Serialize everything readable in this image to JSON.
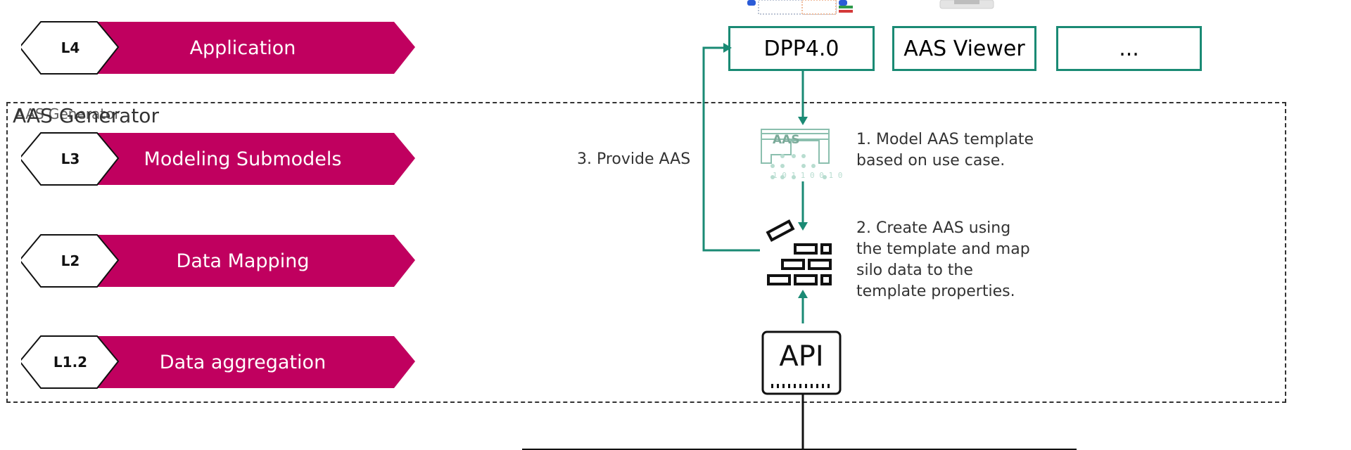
{
  "layers": [
    {
      "id": "L4",
      "label": "Application"
    },
    {
      "id": "L3",
      "label": "Modeling Submodels"
    },
    {
      "id": "L2",
      "label": "Data Mapping"
    },
    {
      "id": "L1.2",
      "label": "Data aggregation"
    }
  ],
  "generator_box": {
    "title": "AAS Generator"
  },
  "applications": [
    {
      "label": "DPP4.0"
    },
    {
      "label": "AAS Viewer"
    },
    {
      "label": "..."
    }
  ],
  "steps": {
    "provide": "3. Provide AAS",
    "model_line1": "1. Model AAS template",
    "model_line2": "based on use case.",
    "create_line1": "2. Create AAS using",
    "create_line2": "the template and map",
    "create_line3": "silo data to the",
    "create_line4": "template properties."
  },
  "icons": {
    "aas_template": {
      "label": "AAS",
      "digits": "1 0 1 1 0 0 1 0"
    },
    "api": {
      "label": "API"
    }
  },
  "colors": {
    "layer": "#c0005f",
    "accent": "#1a8a74",
    "frame": "#333333"
  }
}
